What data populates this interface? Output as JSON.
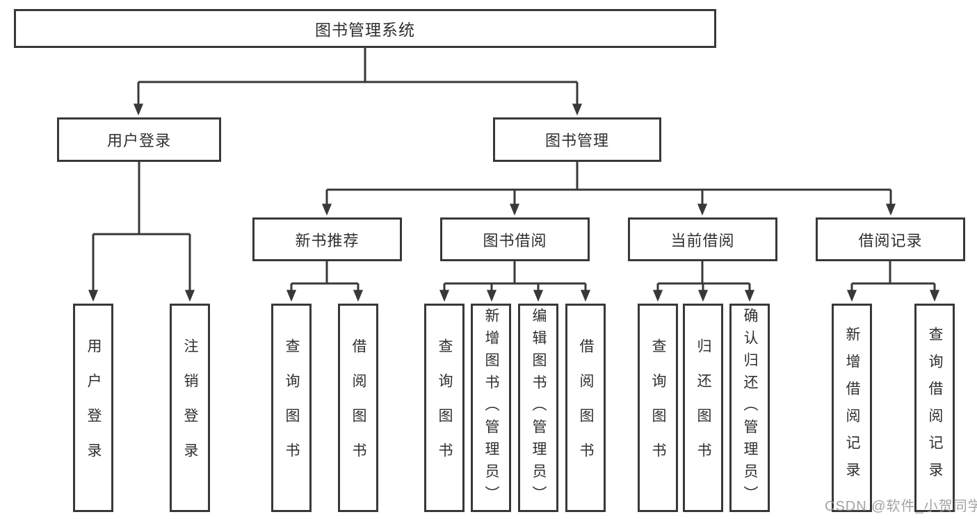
{
  "root_label": "图书管理系统",
  "level2": {
    "user_login": "用户登录",
    "book_mgmt": "图书管理"
  },
  "level3": {
    "new_books": "新书推荐",
    "borrowing": "图书借阅",
    "current": "当前借阅",
    "records": "借阅记录"
  },
  "leaves": {
    "user_login": [
      "用户登录",
      "注销登录"
    ],
    "new_books": [
      "查询图书",
      "借阅图书"
    ],
    "borrowing": [
      "查询图书",
      "新增图书（管理员）",
      "编辑图书（管理员）",
      "借阅图书"
    ],
    "current": [
      "查询图书",
      "归还图书",
      "确认归还（管理员）"
    ],
    "records": [
      "新增借阅记录",
      "查询借阅记录"
    ]
  },
  "watermark": "CSDN @软件_小贺同学",
  "colors": {
    "line": "#383838",
    "text": "#2f2f2f",
    "box_bg": "#ffffff",
    "watermark": "#969696"
  }
}
